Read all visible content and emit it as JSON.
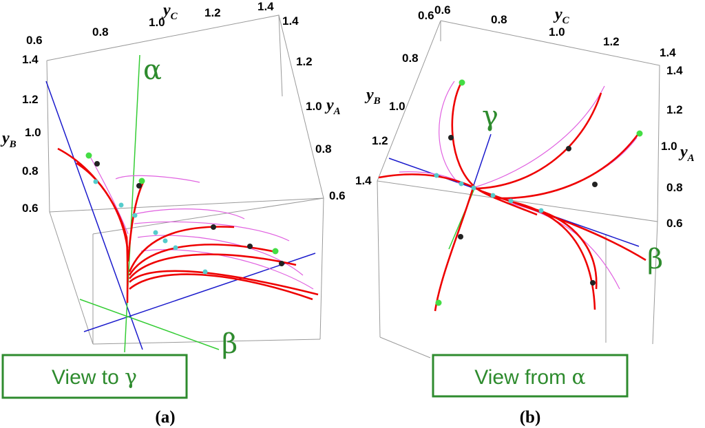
{
  "panels": [
    {
      "id": "a",
      "panel_label": "(a)",
      "view_label_text": "View to ",
      "view_label_greek": "γ",
      "axis_letter_C": "y",
      "axis_sub_C": "C",
      "axis_letter_B": "y",
      "axis_sub_B": "B",
      "axis_letter_A": "y",
      "axis_sub_A": "A",
      "axis_ticks_C": [
        "0.6",
        "0.8",
        "1.0",
        "1.2",
        "1.4"
      ],
      "axis_ticks_B": [
        "1.4",
        "1.2",
        "1.0",
        "0.8",
        "0.6"
      ],
      "axis_ticks_A": [
        "1.4",
        "1.2",
        "1.0",
        "0.8",
        "0.6"
      ],
      "greek_axis_1": "α",
      "greek_axis_2": "β"
    },
    {
      "id": "b",
      "panel_label": "(b)",
      "view_label_text": "View from ",
      "view_label_greek": "α",
      "axis_letter_C": "y",
      "axis_sub_C": "C",
      "axis_letter_B": "y",
      "axis_sub_B": "B",
      "axis_letter_A": "y",
      "axis_sub_A": "A",
      "axis_ticks_C": [
        "0.6",
        "0.8",
        "1.0",
        "1.2",
        "1.4"
      ],
      "axis_ticks_B": [
        "0.6",
        "0.8",
        "1.0",
        "1.2",
        "1.4"
      ],
      "axis_ticks_A": [
        "1.4",
        "1.2",
        "1.0",
        "0.8",
        "0.6"
      ],
      "greek_axis_1": "γ",
      "greek_axis_2": "β"
    }
  ],
  "colors": {
    "trajectory": "#ee0000",
    "trajectory_faint": "#e060e0",
    "axis_blue": "#1a1acc",
    "axis_green": "#33cc33",
    "label_green": "#2e8b2e",
    "box": "#999999",
    "point_black": "#222222",
    "point_cyan": "#55cccc",
    "point_green": "#44dd44"
  }
}
